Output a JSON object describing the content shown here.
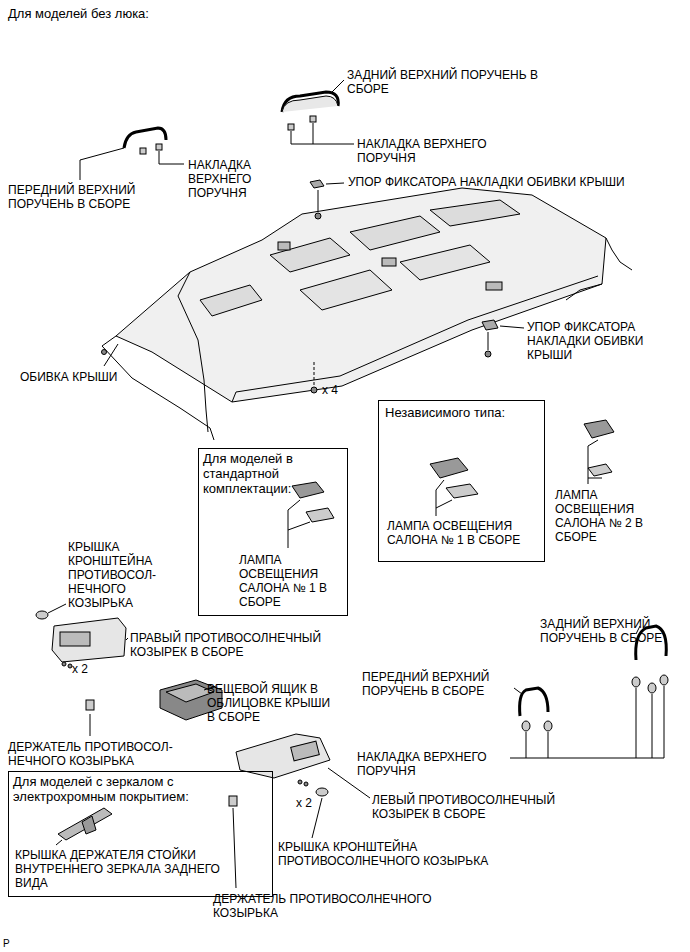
{
  "diagram": {
    "title": "Для моделей без люка:",
    "nodes": [
      {
        "text": [
          "Независимого типа:",
          "ЛАМПА ОСВЕЩЕНИЯ САЛОНА № 1 В СБОРЕ"
        ]
      },
      {
        "text": [
          "Для моделей в стандартной комплектации:",
          "ЛАМПА ОСВЕЩЕНИЯ САЛОНА № 1 В СБОРЕ"
        ]
      },
      {
        "text": [
          "Для моделей с зеркалом с электрохромным покрытием:",
          "КРЫШКА ДЕРЖАТЕЛЯ СТОЙКИ ВНУТРЕННЕГО ЗЕРКАЛА ЗАДНЕГО ВИДА"
        ]
      }
    ],
    "labels": [
      "ЗАДНИЙ ВЕРХНИЙ ПОРУЧЕНЬ В СБОРЕ",
      "НАКЛАДКА ВЕРХНЕГО ПОРУЧНЯ",
      "НАКЛАДКА ВЕРХНЕГО ПОРУЧНЯ",
      "ПЕРЕДНИЙ ВЕРХНИЙ ПОРУЧЕНЬ В СБОРЕ",
      "УПОР ФИКСАТОРА НАКЛАДКИ ОБИВКИ КРЫШИ",
      "УПОР ФИКСАТОРА НАКЛАДКИ ОБИВКИ КРЫШИ",
      "ОБИВКА КРЫШИ",
      "x 4",
      "ЛАМПА ОСВЕЩЕНИЯ САЛОНА № 2 В СБОРЕ",
      "КРЫШКА КРОНШТЕЙНА ПРОТИВОСОЛ- НЕЧНОГО КОЗЫРЬКА",
      "ПРАВЫЙ ПРОТИВОСОЛНЕЧНЫЙ КОЗЫРЕК В СБОРЕ",
      "x 2",
      "ВЕЩЕВОЙ ЯЩИК В ОБЛИЦОВКЕ КРЫШИ В СБОРЕ",
      "ЗАДНИЙ ВЕРХНИЙ ПОРУЧЕНЬ В СБОРЕ",
      "ПЕРЕДНИЙ ВЕРХНИЙ ПОРУЧЕНЬ В СБОРЕ",
      "ДЕРЖАТЕЛЬ ПРОТИВОСОЛ- НЕЧНОГО КОЗЫРЬКА",
      "НАКЛАДКА ВЕРХНЕГО ПОРУЧНЯ",
      "x 2",
      "ЛЕВЫЙ ПРОТИВОСОЛНЕЧНЫЙ КОЗЫРЕК В СБОРЕ",
      "КРЫШКА КРОНШТЕЙНА ПРОТИВОСОЛНЕЧНОГО КОЗЫРЬКА",
      "ДЕРЖАТЕЛЬ ПРОТИВОСОЛНЕЧНОГО КОЗЫРЬКА",
      "P"
    ]
  }
}
